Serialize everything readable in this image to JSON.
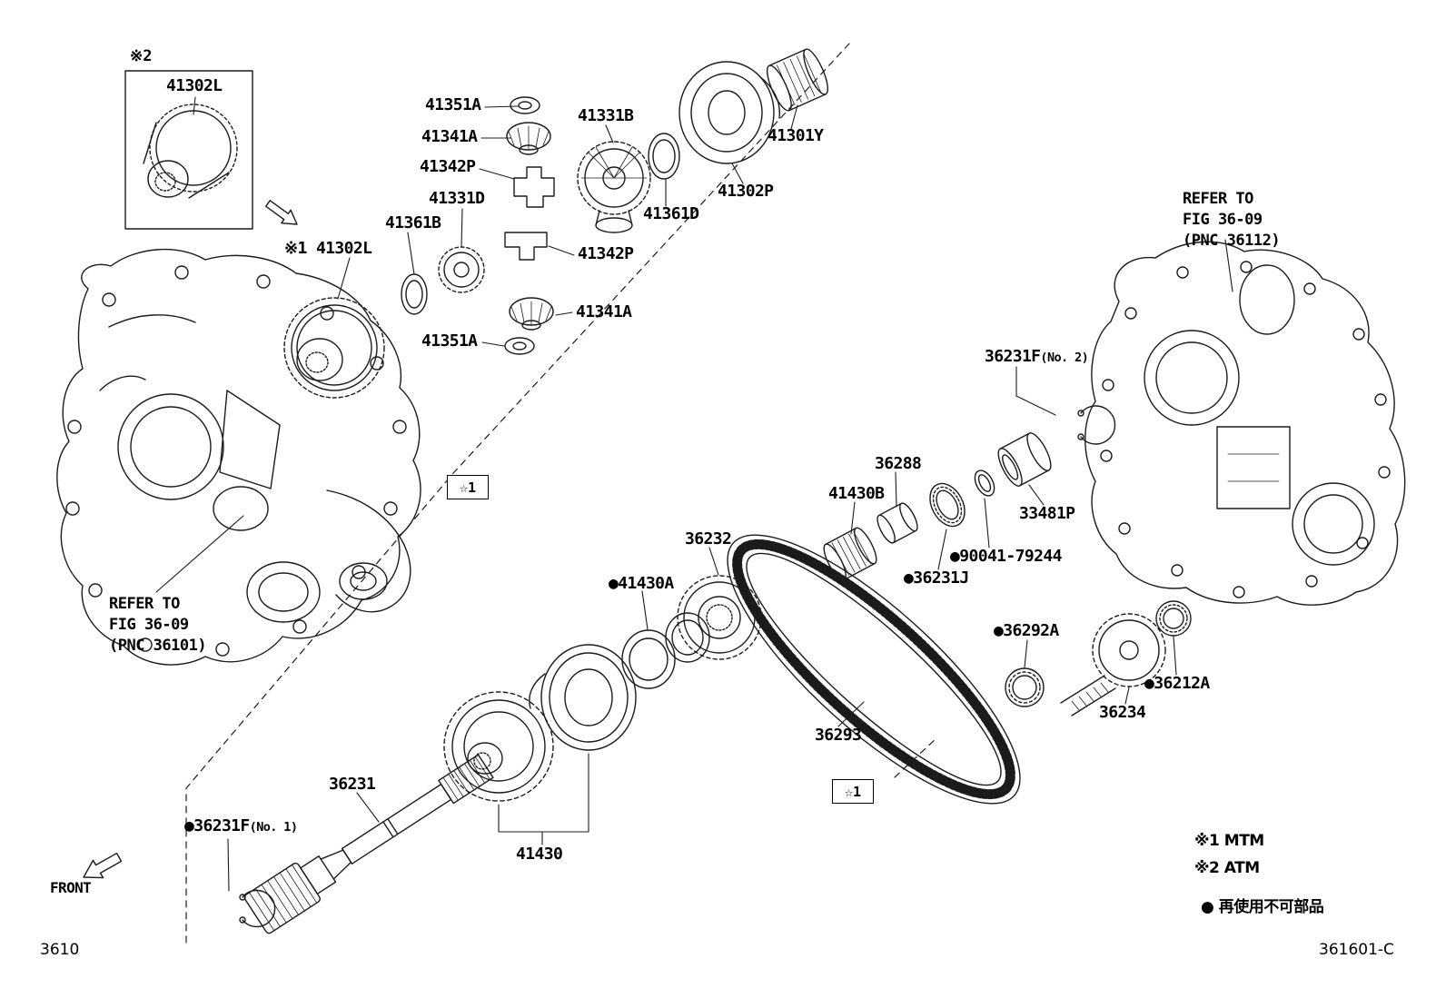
{
  "figure": {
    "page_code": "3610",
    "figure_code": "361601-C",
    "front": "FRONT"
  },
  "legend": {
    "note_mtm": "※1 MTM",
    "note_atm": "※2 ATM",
    "note_nonreusable": "● 再使用不可部品"
  },
  "references": {
    "left": {
      "line1": "REFER TO",
      "line2": "FIG 36-09",
      "line3": "(PNC 36101)"
    },
    "right": {
      "line1": "REFER TO",
      "line2": "FIG 36-09",
      "line3": "(PNC 36112)"
    }
  },
  "markers": {
    "star2": "※2",
    "star1_boxed": "☆1"
  },
  "labels": [
    {
      "text": "41302L"
    },
    {
      "text": "41351A"
    },
    {
      "text": "41341A"
    },
    {
      "text": "41342P"
    },
    {
      "text": "41331D"
    },
    {
      "text": "41361B"
    },
    {
      "text": "41331B"
    },
    {
      "text": "41361D"
    },
    {
      "text": "41302P"
    },
    {
      "text": "41301Y"
    },
    {
      "text": "※1 41302L"
    },
    {
      "text": "41342P"
    },
    {
      "text": "41341A"
    },
    {
      "text": "41351A"
    },
    {
      "text": "36231F",
      "suffix": "(No. 2)"
    },
    {
      "text": "36288"
    },
    {
      "text": "41430B"
    },
    {
      "text": "33481P"
    },
    {
      "text": "●90041-79244"
    },
    {
      "text": "●36231J"
    },
    {
      "text": "36232"
    },
    {
      "text": "●41430A"
    },
    {
      "text": "●36292A"
    },
    {
      "text": "●36212A"
    },
    {
      "text": "36234"
    },
    {
      "text": "36293"
    },
    {
      "text": "36231"
    },
    {
      "text": "41430"
    },
    {
      "text": "●36231F",
      "suffix": "(No. 1)"
    }
  ]
}
